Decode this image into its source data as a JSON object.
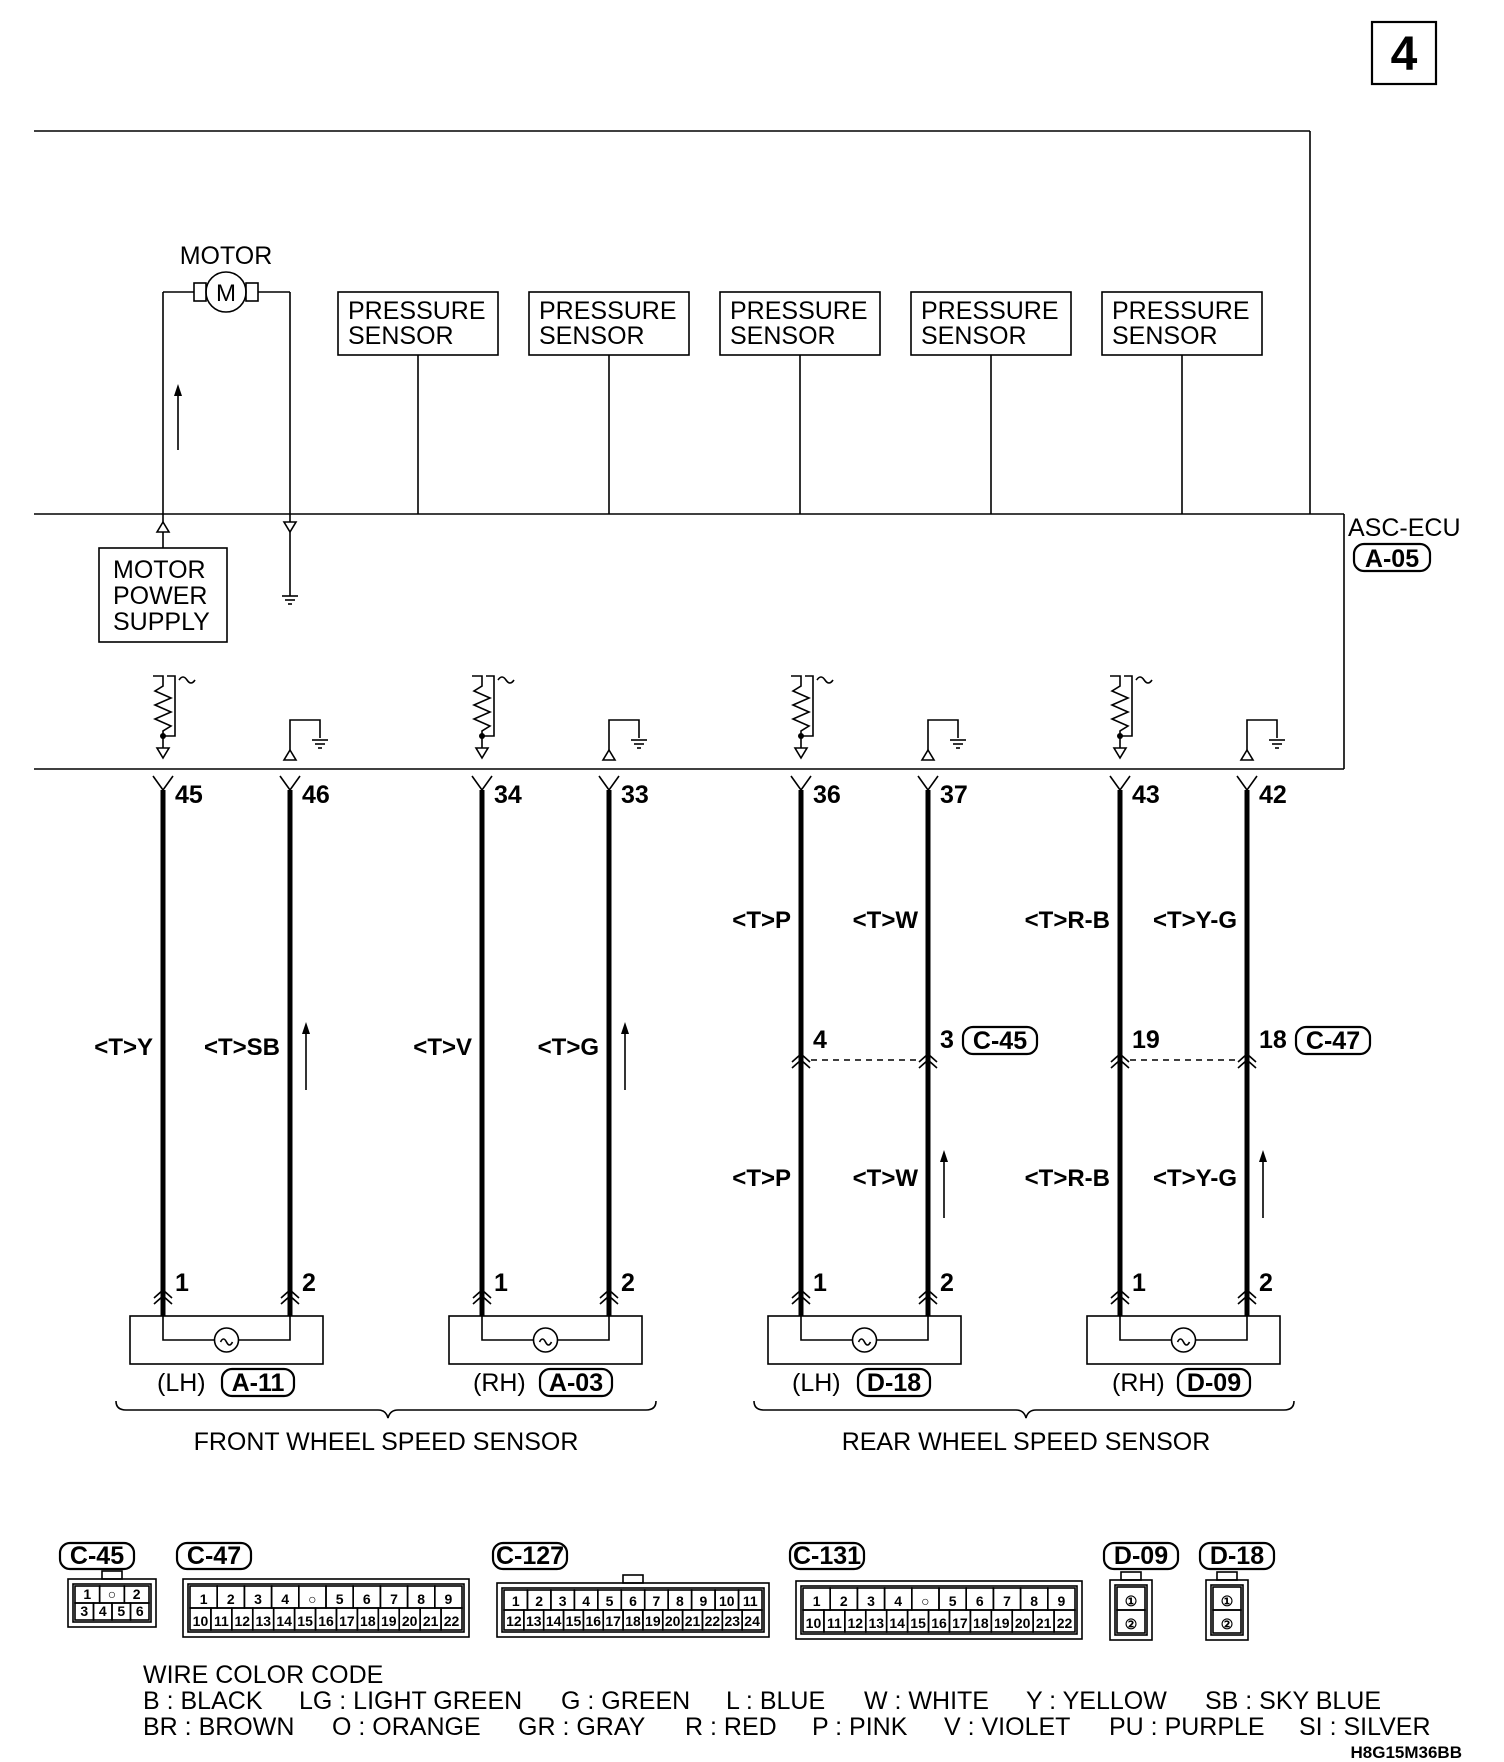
{
  "page_number": "4",
  "ecu": {
    "name": "ASC-ECU",
    "connector": "A-05"
  },
  "motor": {
    "label": "MOTOR",
    "symbol": "M"
  },
  "motor_power_supply": [
    "MOTOR",
    "POWER",
    "SUPPLY"
  ],
  "pressure_sensors": [
    [
      "PRESSURE",
      "SENSOR"
    ],
    [
      "PRESSURE",
      "SENSOR"
    ],
    [
      "PRESSURE",
      "SENSOR"
    ],
    [
      "PRESSURE",
      "SENSOR"
    ],
    [
      "PRESSURE",
      "SENSOR"
    ]
  ],
  "ecu_pins": [
    "45",
    "46",
    "34",
    "33",
    "36",
    "37",
    "43",
    "42"
  ],
  "wire_colors_upper": [
    "<T>Y",
    "<T>SB",
    "<T>V",
    "<T>G",
    "<T>P",
    "<T>W",
    "<T>R-B",
    "<T>Y-G"
  ],
  "wire_colors_lower": [
    "<T>P",
    "<T>W",
    "<T>R-B",
    "<T>Y-G"
  ],
  "junctions": [
    {
      "pin_left": "4",
      "pin_right": "3",
      "connector": "C-45"
    },
    {
      "pin_left": "19",
      "pin_right": "18",
      "connector": "C-47"
    }
  ],
  "sensor_pins": [
    "1",
    "2"
  ],
  "wheel_sensors": [
    {
      "side": "(LH)",
      "connector": "A-11"
    },
    {
      "side": "(RH)",
      "connector": "A-03"
    },
    {
      "side": "(LH)",
      "connector": "D-18"
    },
    {
      "side": "(RH)",
      "connector": "D-09"
    }
  ],
  "groups": [
    "FRONT WHEEL SPEED SENSOR",
    "REAR WHEEL SPEED SENSOR"
  ],
  "connector_views": [
    {
      "name": "C-45",
      "rows": [
        [
          "1",
          "○",
          "2"
        ],
        [
          "3",
          "4",
          "5",
          "6"
        ]
      ]
    },
    {
      "name": "C-47",
      "rows": [
        [
          "1",
          "2",
          "3",
          "4",
          "○",
          "5",
          "6",
          "7",
          "8",
          "9"
        ],
        [
          "10",
          "11",
          "12",
          "13",
          "14",
          "15",
          "16",
          "17",
          "18",
          "19",
          "20",
          "21",
          "22"
        ]
      ]
    },
    {
      "name": "C-127",
      "rows": [
        [
          "1",
          "2",
          "3",
          "4",
          "5",
          "6",
          "7",
          "8",
          "9",
          "10",
          "11"
        ],
        [
          "12",
          "13",
          "14",
          "15",
          "16",
          "17",
          "18",
          "19",
          "20",
          "21",
          "22",
          "23",
          "24"
        ]
      ]
    },
    {
      "name": "C-131",
      "rows": [
        [
          "1",
          "2",
          "3",
          "4",
          "○",
          "5",
          "6",
          "7",
          "8",
          "9"
        ],
        [
          "10",
          "11",
          "12",
          "13",
          "14",
          "15",
          "16",
          "17",
          "18",
          "19",
          "20",
          "21",
          "22"
        ]
      ]
    },
    {
      "name": "D-09",
      "rows": [
        [
          "①"
        ],
        [
          "②"
        ]
      ]
    },
    {
      "name": "D-18",
      "rows": [
        [
          "①"
        ],
        [
          "②"
        ]
      ]
    }
  ],
  "wire_color_code": {
    "title": "WIRE COLOR CODE",
    "line1": [
      "B : BLACK",
      "LG : LIGHT GREEN",
      "G : GREEN",
      "L : BLUE",
      "W : WHITE",
      "Y : YELLOW",
      "SB : SKY BLUE"
    ],
    "line2": [
      "BR : BROWN",
      "O : ORANGE",
      "GR : GRAY",
      "R : RED",
      "P : PINK",
      "V : VIOLET",
      "PU : PURPLE",
      "SI : SILVER"
    ]
  },
  "figure_code": "H8G15M36BB"
}
